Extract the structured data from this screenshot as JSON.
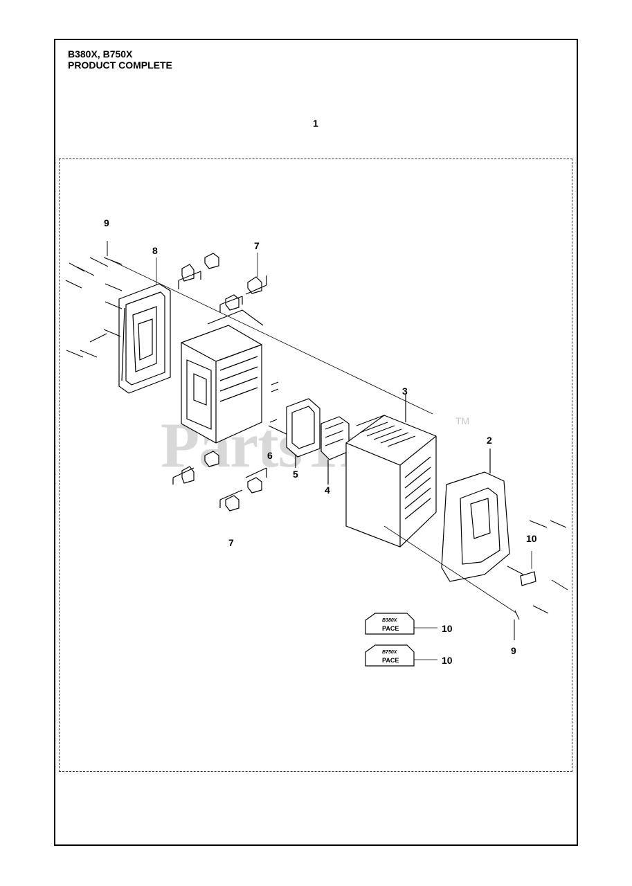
{
  "header": {
    "models": "B380X, B750X",
    "subtitle": "PRODUCT COMPLETE"
  },
  "assembly_number": "1",
  "callouts": {
    "c9_top": "9",
    "c8": "8",
    "c7_top": "7",
    "c3": "3",
    "c2": "2",
    "c6": "6",
    "c5": "5",
    "c4": "4",
    "c7_bottom": "7",
    "c10_right": "10",
    "c10_label_a": "10",
    "c10_label_b": "10",
    "c9_bottom": "9"
  },
  "labels": {
    "label_a_model": "B380X",
    "label_a_brand": "PACE",
    "label_b_model": "B750X",
    "label_b_brand": "PACE"
  },
  "watermark": {
    "text": "PartsTree",
    "tm": "TM"
  }
}
